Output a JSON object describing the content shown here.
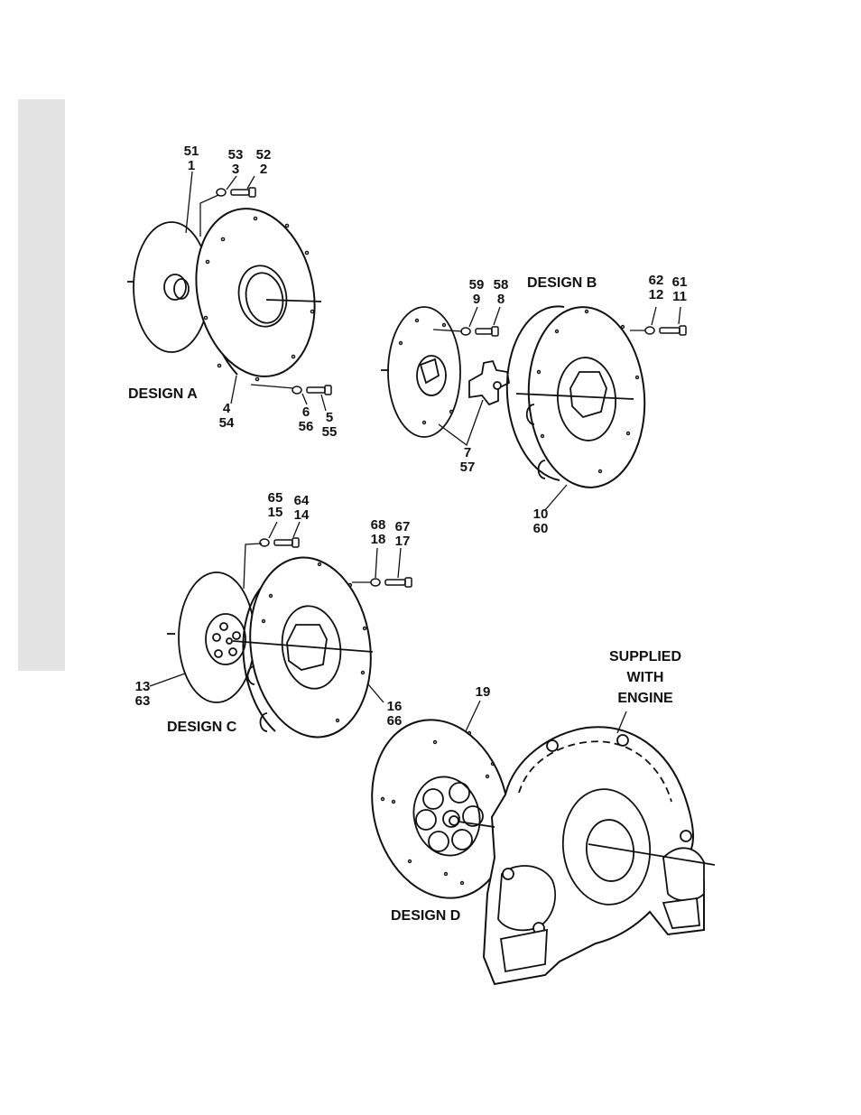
{
  "designs": {
    "a": "DESIGN A",
    "b": "DESIGN B",
    "c": "DESIGN C",
    "d": "DESIGN D"
  },
  "supplied_note": [
    "SUPPLIED",
    "WITH",
    "ENGINE"
  ],
  "callouts": {
    "a_51_1": [
      "51",
      "1"
    ],
    "a_53_3": [
      "53",
      "3"
    ],
    "a_52_2": [
      "52",
      "2"
    ],
    "a_4_54": [
      "4",
      "54"
    ],
    "a_6_56": [
      "6",
      "56"
    ],
    "a_5_55": [
      "5",
      "55"
    ],
    "b_59_9": [
      "59",
      "9"
    ],
    "b_58_8": [
      "58",
      "8"
    ],
    "b_62_12": [
      "62",
      "12"
    ],
    "b_61_11": [
      "61",
      "11"
    ],
    "b_7_57": [
      "7",
      "57"
    ],
    "b_10_60": [
      "10",
      "60"
    ],
    "c_65_15": [
      "65",
      "15"
    ],
    "c_64_14": [
      "64",
      "14"
    ],
    "c_68_18": [
      "68",
      "18"
    ],
    "c_67_17": [
      "67",
      "17"
    ],
    "c_13_63": [
      "13",
      "63"
    ],
    "c_16_66": [
      "16",
      "66"
    ],
    "d_19": [
      "19"
    ]
  },
  "colors": {
    "ink": "#111111",
    "sidebar": "#e3e3e3",
    "paper": "#ffffff"
  }
}
